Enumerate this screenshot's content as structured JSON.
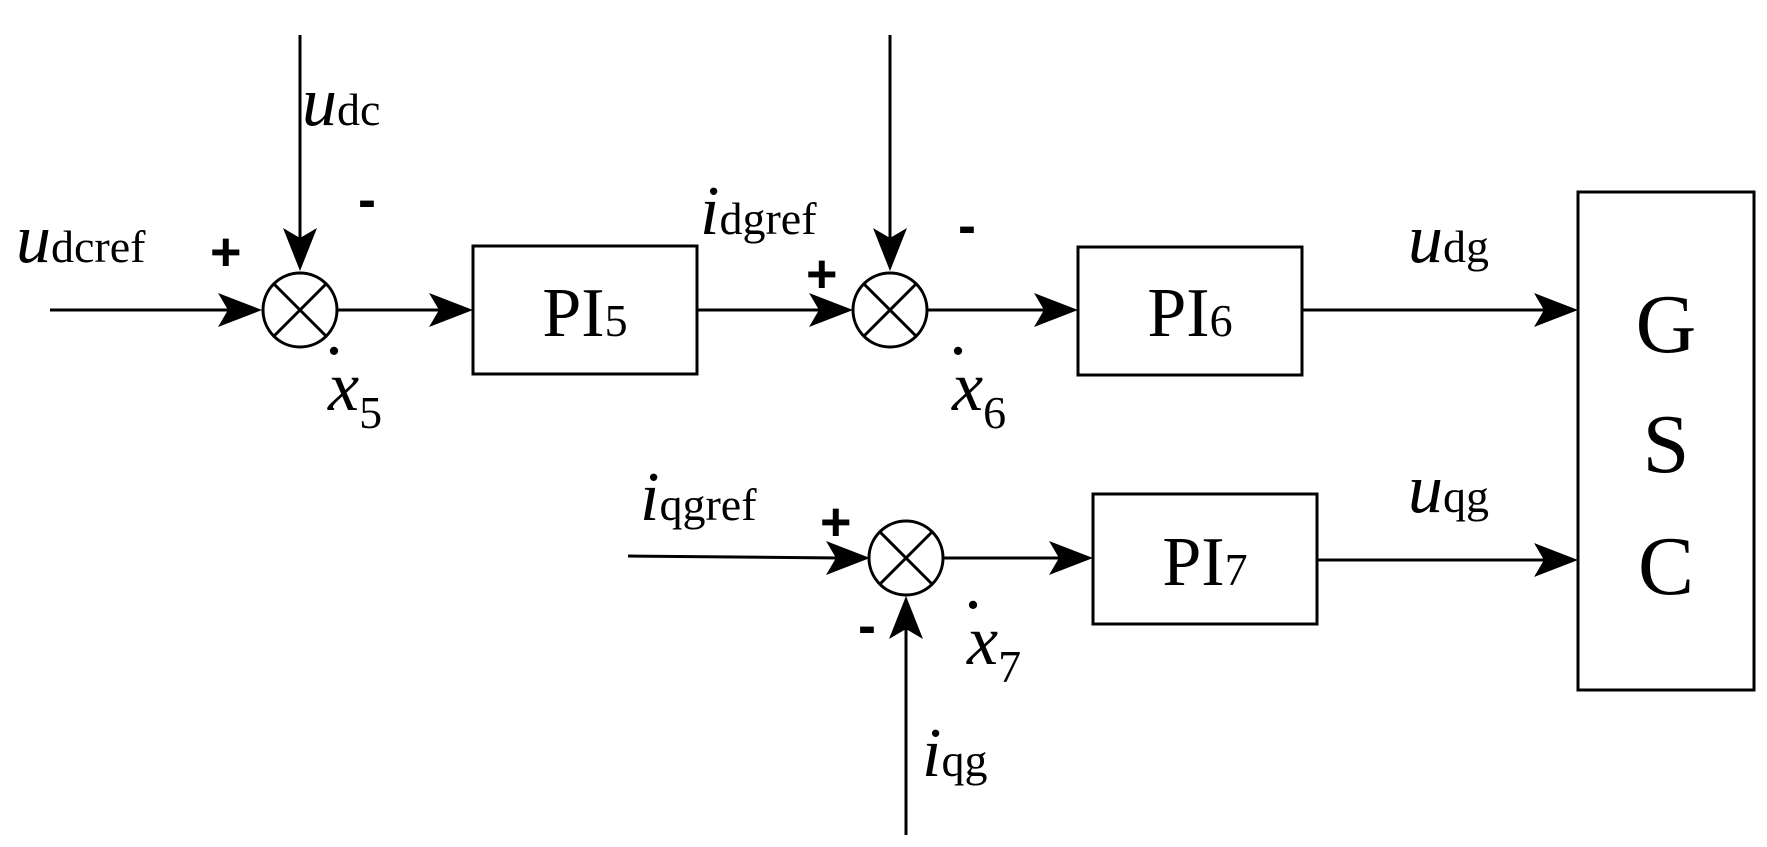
{
  "labels": {
    "u_dc": {
      "main": "u",
      "sub": "dc"
    },
    "u_dcref": {
      "main": "u",
      "sub": "dcref"
    },
    "i_dgref": {
      "main": "i",
      "sub": "dgref"
    },
    "i_qgref": {
      "main": "i",
      "sub": "qgref"
    },
    "i_qg": {
      "main": "i",
      "sub": "qg"
    },
    "u_dg": {
      "main": "u",
      "sub": "dg"
    },
    "u_qg": {
      "main": "u",
      "sub": "qg"
    },
    "x5": {
      "main": "x",
      "dot": "·",
      "sub": "5"
    },
    "x6": {
      "main": "x",
      "dot": "·",
      "sub": "6"
    },
    "x7": {
      "main": "x",
      "dot": "·",
      "sub": "7"
    }
  },
  "signs": {
    "s1_plus": "+",
    "s1_minus": "-",
    "s2_plus": "+",
    "s2_minus": "-",
    "s3_plus": "+",
    "s3_minus": "-"
  },
  "blocks": {
    "pi5": {
      "main": "PI",
      "sub": "5"
    },
    "pi6": {
      "main": "PI",
      "sub": "6"
    },
    "pi7": {
      "main": "PI",
      "sub": "7"
    },
    "gsc": [
      "G",
      "S",
      "C"
    ]
  }
}
